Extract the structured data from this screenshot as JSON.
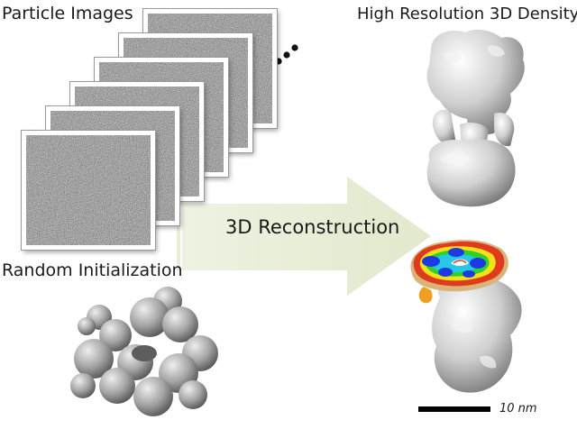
{
  "labels": {
    "particle_images": "Particle Images",
    "high_res_density": "High Resolution 3D Density",
    "random_initialization": "Random Initialization",
    "reconstruction": "3D Reconstruction",
    "scale_bar": "10 nm"
  },
  "icons": {
    "ellipsis": "ellipsis-icon",
    "arrow": "process-arrow"
  },
  "colors": {
    "arrow_fill": "#e6ecd4",
    "density_surface": "#c9c9c9",
    "random_blob": "#9c9c9c",
    "slice_red": "#e03a1c",
    "slice_yellow": "#f5e11a",
    "slice_green": "#2fd12f",
    "slice_cyan": "#27c7e8",
    "slice_blue": "#1c3ae0",
    "scale_bar": "#000000"
  },
  "particle_image_count": 6
}
